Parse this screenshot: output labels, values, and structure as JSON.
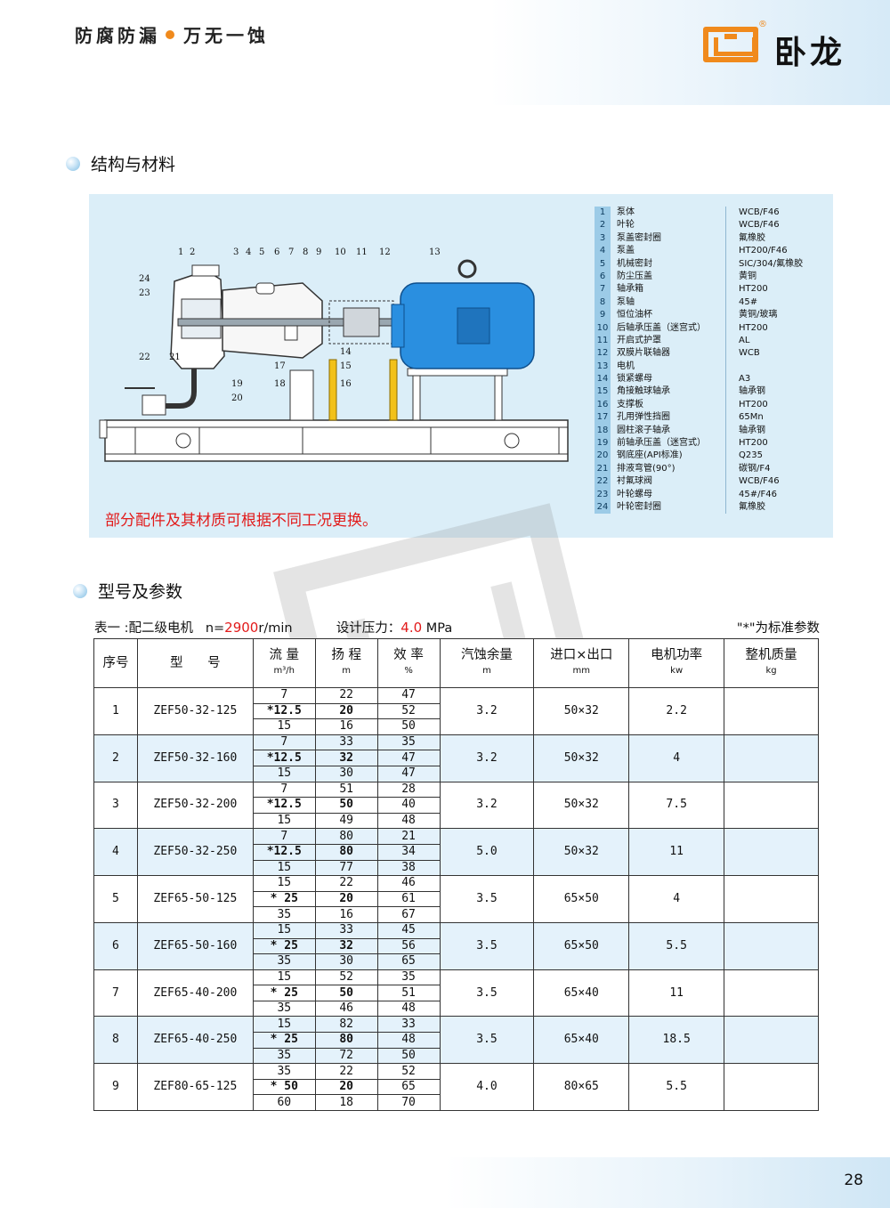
{
  "header": {
    "slogan_left": "防腐防漏",
    "slogan_right": "万无一蚀",
    "logo_text": "卧龙",
    "logo_reg": "®",
    "accent": "#f08a1c"
  },
  "section1": {
    "title": "结构与材料"
  },
  "diagram": {
    "callouts": [
      "1",
      "2",
      "3",
      "4",
      "5",
      "6",
      "7",
      "8",
      "9",
      "10",
      "11",
      "12",
      "13",
      "24",
      "23",
      "22",
      "21",
      "17",
      "18",
      "19",
      "20",
      "14",
      "15",
      "16"
    ],
    "note": "部分配件及其材质可根据不同工况更换。",
    "parts": [
      {
        "no": "1",
        "name": "泵体",
        "material": "WCB/F46"
      },
      {
        "no": "2",
        "name": "叶轮",
        "material": "WCB/F46"
      },
      {
        "no": "3",
        "name": "泵盖密封圈",
        "material": "氟橡胶"
      },
      {
        "no": "4",
        "name": "泵盖",
        "material": "HT200/F46"
      },
      {
        "no": "5",
        "name": "机械密封",
        "material": "SIC/304/氟橡胶"
      },
      {
        "no": "6",
        "name": "防尘压盖",
        "material": "黄铜"
      },
      {
        "no": "7",
        "name": "轴承箱",
        "material": "HT200"
      },
      {
        "no": "8",
        "name": "泵轴",
        "material": "45#"
      },
      {
        "no": "9",
        "name": "恒位油杯",
        "material": "黄铜/玻璃"
      },
      {
        "no": "10",
        "name": "后轴承压盖（迷宫式）",
        "material": "HT200"
      },
      {
        "no": "11",
        "name": "开启式护罩",
        "material": "AL"
      },
      {
        "no": "12",
        "name": "双膜片联轴器",
        "material": "WCB"
      },
      {
        "no": "13",
        "name": "电机",
        "material": ""
      },
      {
        "no": "14",
        "name": "锁紧螺母",
        "material": "A3"
      },
      {
        "no": "15",
        "name": "角接触球轴承",
        "material": "轴承钢"
      },
      {
        "no": "16",
        "name": "支撑板",
        "material": "HT200"
      },
      {
        "no": "17",
        "name": "孔用弹性挡圈",
        "material": "65Mn"
      },
      {
        "no": "18",
        "name": "圆柱滚子轴承",
        "material": "轴承钢"
      },
      {
        "no": "19",
        "name": "前轴承压盖（迷宫式）",
        "material": "HT200"
      },
      {
        "no": "20",
        "name": "钢底座(API标准)",
        "material": "Q235"
      },
      {
        "no": "21",
        "name": "排液弯管(90°)",
        "material": "碳钢/F4"
      },
      {
        "no": "22",
        "name": "衬氟球阀",
        "material": "WCB/F46"
      },
      {
        "no": "23",
        "name": "叶轮螺母",
        "material": "45#/F46"
      },
      {
        "no": "24",
        "name": "叶轮密封圈",
        "material": "氟橡胶"
      }
    ]
  },
  "section2": {
    "title": "型号及参数"
  },
  "table": {
    "caption_prefix": "表一 :配二级电机   n=",
    "caption_speed": "2900",
    "caption_speed_unit": "r/min",
    "caption_pressure_label": "设计压力：",
    "caption_pressure": "4.0",
    "caption_pressure_unit": "MPa",
    "caption_note": "\"*\"为标准参数",
    "headers": {
      "no": "序号",
      "model": "型      号",
      "flow": "流 量",
      "flow_unit": "m³/h",
      "head": "扬 程",
      "head_unit": "m",
      "eff": "效 率",
      "eff_unit": "%",
      "npsh": "汽蚀余量",
      "npsh_unit": "m",
      "ports": "进口×出口",
      "ports_unit": "mm",
      "power": "电机功率",
      "power_unit": "kw",
      "mass": "整机质量",
      "mass_unit": "kg"
    },
    "rows": [
      {
        "no": "1",
        "model": "ZEF50-32-125",
        "npsh": "3.2",
        "ports": "50×32",
        "power": "2.2",
        "mass": "",
        "points": [
          {
            "flow": "7",
            "head": "22",
            "eff": "47"
          },
          {
            "flow": "*12.5",
            "head": "20",
            "eff": "52"
          },
          {
            "flow": "15",
            "head": "16",
            "eff": "50"
          }
        ]
      },
      {
        "no": "2",
        "model": "ZEF50-32-160",
        "npsh": "3.2",
        "ports": "50×32",
        "power": "4",
        "mass": "",
        "points": [
          {
            "flow": "7",
            "head": "33",
            "eff": "35"
          },
          {
            "flow": "*12.5",
            "head": "32",
            "eff": "47"
          },
          {
            "flow": "15",
            "head": "30",
            "eff": "47"
          }
        ]
      },
      {
        "no": "3",
        "model": "ZEF50-32-200",
        "npsh": "3.2",
        "ports": "50×32",
        "power": "7.5",
        "mass": "",
        "points": [
          {
            "flow": "7",
            "head": "51",
            "eff": "28"
          },
          {
            "flow": "*12.5",
            "head": "50",
            "eff": "40"
          },
          {
            "flow": "15",
            "head": "49",
            "eff": "48"
          }
        ]
      },
      {
        "no": "4",
        "model": "ZEF50-32-250",
        "npsh": "5.0",
        "ports": "50×32",
        "power": "11",
        "mass": "",
        "points": [
          {
            "flow": "7",
            "head": "80",
            "eff": "21"
          },
          {
            "flow": "*12.5",
            "head": "80",
            "eff": "34"
          },
          {
            "flow": "15",
            "head": "77",
            "eff": "38"
          }
        ]
      },
      {
        "no": "5",
        "model": "ZEF65-50-125",
        "npsh": "3.5",
        "ports": "65×50",
        "power": "4",
        "mass": "",
        "points": [
          {
            "flow": "15",
            "head": "22",
            "eff": "46"
          },
          {
            "flow": "* 25",
            "head": "20",
            "eff": "61"
          },
          {
            "flow": "35",
            "head": "16",
            "eff": "67"
          }
        ]
      },
      {
        "no": "6",
        "model": "ZEF65-50-160",
        "npsh": "3.5",
        "ports": "65×50",
        "power": "5.5",
        "mass": "",
        "points": [
          {
            "flow": "15",
            "head": "33",
            "eff": "45"
          },
          {
            "flow": "* 25",
            "head": "32",
            "eff": "56"
          },
          {
            "flow": "35",
            "head": "30",
            "eff": "65"
          }
        ]
      },
      {
        "no": "7",
        "model": "ZEF65-40-200",
        "npsh": "3.5",
        "ports": "65×40",
        "power": "11",
        "mass": "",
        "points": [
          {
            "flow": "15",
            "head": "52",
            "eff": "35"
          },
          {
            "flow": "* 25",
            "head": "50",
            "eff": "51"
          },
          {
            "flow": "35",
            "head": "46",
            "eff": "48"
          }
        ]
      },
      {
        "no": "8",
        "model": "ZEF65-40-250",
        "npsh": "3.5",
        "ports": "65×40",
        "power": "18.5",
        "mass": "",
        "points": [
          {
            "flow": "15",
            "head": "82",
            "eff": "33"
          },
          {
            "flow": "* 25",
            "head": "80",
            "eff": "48"
          },
          {
            "flow": "35",
            "head": "72",
            "eff": "50"
          }
        ]
      },
      {
        "no": "9",
        "model": "ZEF80-65-125",
        "npsh": "4.0",
        "ports": "80×65",
        "power": "5.5",
        "mass": "",
        "points": [
          {
            "flow": "35",
            "head": "22",
            "eff": "52"
          },
          {
            "flow": "* 50",
            "head": "20",
            "eff": "65"
          },
          {
            "flow": "60",
            "head": "18",
            "eff": "70"
          }
        ]
      }
    ]
  },
  "footer": {
    "page_number": "28"
  }
}
